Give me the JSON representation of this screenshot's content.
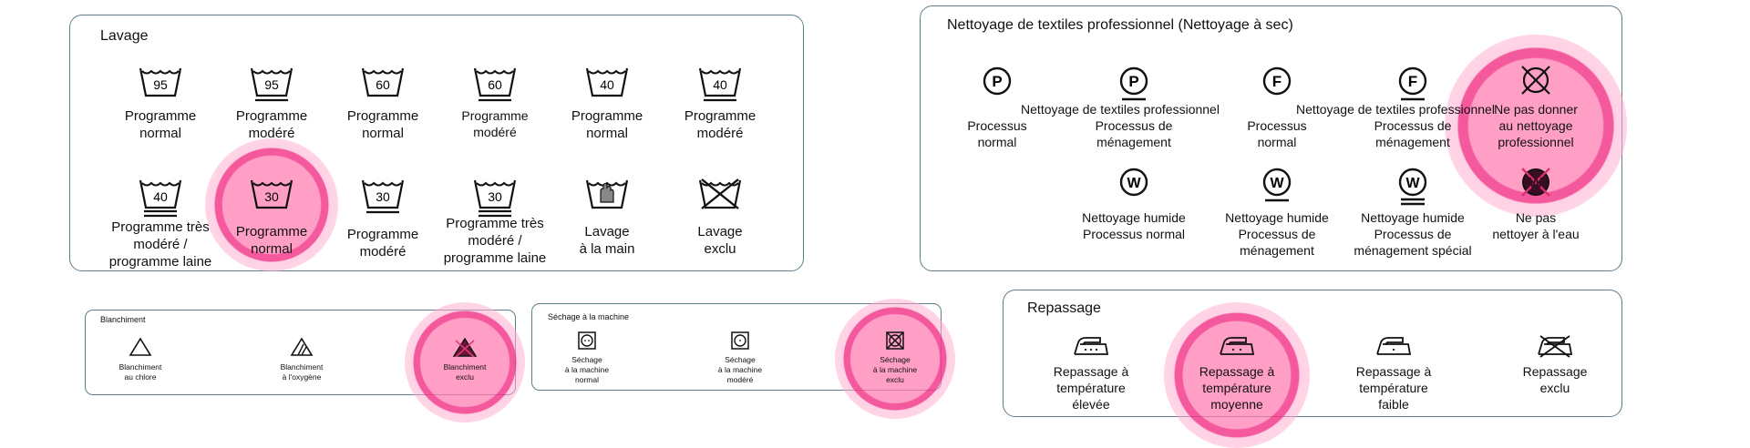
{
  "sections": {
    "lavage": {
      "title": "Lavage",
      "items": [
        {
          "temp": "95",
          "lines": [
            "Programme",
            "normal"
          ]
        },
        {
          "temp": "95",
          "lines": [
            "Programme",
            "modéré"
          ]
        },
        {
          "temp": "60",
          "lines": [
            "Programme",
            "normal"
          ]
        },
        {
          "temp": "60",
          "lines": [
            "Programme",
            "modéré"
          ]
        },
        {
          "temp": "40",
          "lines": [
            "Programme",
            "normal"
          ]
        },
        {
          "temp": "40",
          "lines": [
            "Programme",
            "modéré"
          ]
        },
        {
          "temp": "40",
          "lines": [
            "Programme très",
            "modéré /",
            "programme laine"
          ]
        },
        {
          "temp": "30",
          "lines": [
            "Programme",
            "normal"
          ]
        },
        {
          "temp": "30",
          "lines": [
            "Programme",
            "modéré"
          ]
        },
        {
          "temp": "30",
          "lines": [
            "Programme très",
            "modéré /",
            "programme laine"
          ]
        },
        {
          "temp": "",
          "lines": [
            "Lavage",
            "à la main"
          ]
        },
        {
          "temp": "",
          "lines": [
            "Lavage",
            "exclu"
          ]
        }
      ]
    },
    "nettoyage": {
      "title": "Nettoyage de textiles professionnel (Nettoyage à sec)",
      "items": [
        {
          "letter": "P",
          "lines": [
            "Nettoyage de textiles professionnel",
            "Processus",
            "normal"
          ]
        },
        {
          "letter": "P",
          "lines": [
            "Processus de",
            "ménagement"
          ]
        },
        {
          "letter": "F",
          "lines": [
            "Nettoyage de textiles professionnel",
            "Processus",
            "normal"
          ]
        },
        {
          "letter": "F",
          "lines": [
            "Processus de",
            "ménagement"
          ]
        },
        {
          "letter": "",
          "lines": [
            "Ne pas donner",
            "au nettoyage",
            "professionnel"
          ]
        },
        {
          "letter": "W",
          "lines": [
            "Nettoyage humide",
            "Processus normal"
          ]
        },
        {
          "letter": "W",
          "lines": [
            "Nettoyage humide",
            "Processus de",
            "ménagement"
          ]
        },
        {
          "letter": "W",
          "lines": [
            "Nettoyage humide",
            "Processus de",
            "ménagement spécial"
          ]
        },
        {
          "letter": "W",
          "lines": [
            "Ne pas",
            "nettoyer à l'eau"
          ]
        }
      ]
    },
    "blanchiment": {
      "title": "Blanchiment",
      "items": [
        {
          "lines": [
            "Blanchiment",
            "au chlore"
          ]
        },
        {
          "lines": [
            "Blanchiment",
            "à l'oxygène"
          ]
        },
        {
          "lines": [
            "Blanchiment",
            "exclu"
          ]
        }
      ]
    },
    "sechage": {
      "title": "Séchage à la machine",
      "items": [
        {
          "lines": [
            "Séchage",
            "à la machine",
            "normal"
          ]
        },
        {
          "lines": [
            "Séchage",
            "à la machine",
            "modéré"
          ]
        },
        {
          "lines": [
            "Séchage",
            "à la machine",
            "exclu"
          ]
        }
      ]
    },
    "repassage": {
      "title": "Repassage",
      "items": [
        {
          "lines": [
            "Repassage à",
            "température",
            "élevée"
          ]
        },
        {
          "lines": [
            "Repassage à",
            "température",
            "moyenne"
          ]
        },
        {
          "lines": [
            "Repassage à",
            "température",
            "faible"
          ]
        },
        {
          "lines": [
            "Repassage",
            "exclu"
          ]
        }
      ]
    }
  },
  "colors": {
    "panel_border": "#5f7f8c",
    "highlight": "#f23c8c",
    "symbol": "#111111"
  },
  "highlighted_items": [
    "lavage-30-programme-normal",
    "ne-pas-donner-nettoyage-professionnel",
    "blanchiment-exclu",
    "sechage-exclu",
    "repassage-temperature-moyenne"
  ]
}
